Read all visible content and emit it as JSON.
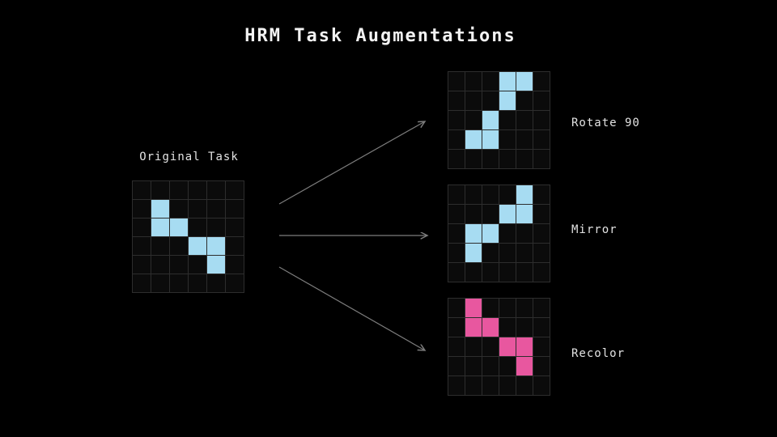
{
  "title": "HRM Task Augmentations",
  "colors": {
    "cyan": "#a7dcf2",
    "pink": "#e8579f",
    "grid_line": "#2d2d2d",
    "cell_bg": "#0b0b0b",
    "arrow": "#7d7d7d",
    "text": "#e3e3e3"
  },
  "original": {
    "label": "Original Task",
    "rows": 6,
    "cols": 6,
    "color": "cyan",
    "cells": [
      [
        1,
        1
      ],
      [
        2,
        1
      ],
      [
        2,
        2
      ],
      [
        3,
        3
      ],
      [
        3,
        4
      ],
      [
        4,
        4
      ]
    ]
  },
  "augmentations": [
    {
      "label": "Rotate 90",
      "rows": 5,
      "cols": 6,
      "color": "cyan",
      "cells": [
        [
          0,
          3
        ],
        [
          0,
          4
        ],
        [
          1,
          3
        ],
        [
          2,
          2
        ],
        [
          3,
          1
        ],
        [
          3,
          2
        ]
      ]
    },
    {
      "label": "Mirror",
      "rows": 5,
      "cols": 6,
      "color": "cyan",
      "cells": [
        [
          0,
          4
        ],
        [
          1,
          3
        ],
        [
          1,
          4
        ],
        [
          2,
          1
        ],
        [
          2,
          2
        ],
        [
          3,
          1
        ]
      ]
    },
    {
      "label": "Recolor",
      "rows": 5,
      "cols": 6,
      "color": "pink",
      "cells": [
        [
          0,
          1
        ],
        [
          1,
          1
        ],
        [
          1,
          2
        ],
        [
          2,
          3
        ],
        [
          2,
          4
        ],
        [
          3,
          4
        ]
      ]
    }
  ]
}
